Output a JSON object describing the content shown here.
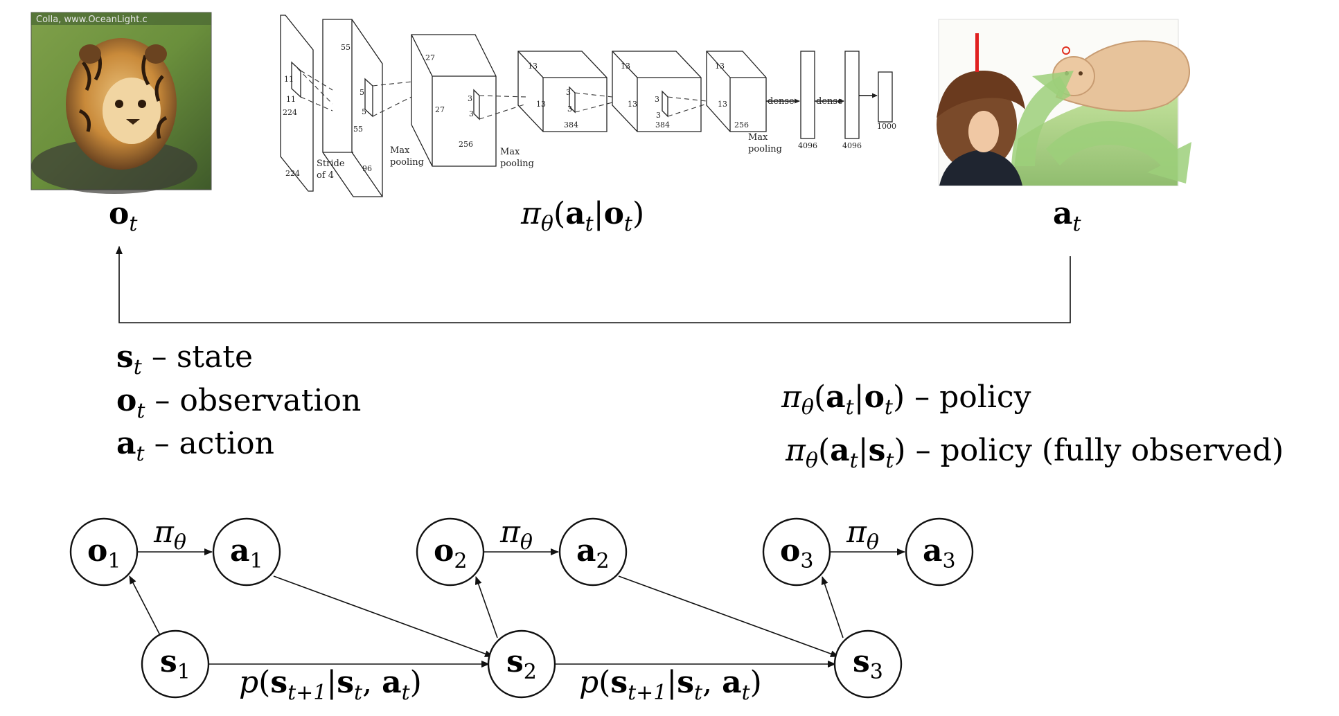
{
  "images": {
    "observation_alt": "tiger cub photo",
    "observation_watermark": "Colla, www.OceanLight.c",
    "action_alt": "person fleeing a lion illustration",
    "cnn_alt": "convolutional neural network architecture"
  },
  "top_labels": {
    "obs_sym": "o",
    "obs_sub": "t",
    "policy_pi": "π",
    "policy_theta": "θ",
    "policy_open": "(",
    "policy_a": "a",
    "policy_a_sub": "t",
    "policy_bar": "|",
    "policy_o": "o",
    "policy_o_sub": "t",
    "policy_close": ")",
    "act_sym": "a",
    "act_sub": "t"
  },
  "cnn": {
    "layers": [
      {
        "dim1": "224",
        "dim2": "224",
        "kernel1": "11",
        "kernel2": "11"
      },
      {
        "dim1": "55",
        "dim2": "55",
        "kernel1": "5",
        "kernel2": "5",
        "depth": "96",
        "note1": "Stride",
        "note2": "of 4"
      },
      {
        "dim1": "27",
        "dim2": "27",
        "kernel1": "3",
        "kernel2": "3",
        "depth": "256",
        "note1": "Max",
        "note2": "pooling"
      },
      {
        "dim1": "13",
        "dim2": "13",
        "kernel1": "3",
        "kernel2": "3",
        "depth": "384",
        "note1": "Max",
        "note2": "pooling"
      },
      {
        "dim1": "13",
        "dim2": "13",
        "kernel1": "3",
        "kernel2": "3",
        "depth": "384"
      },
      {
        "dim1": "13",
        "dim2": "13",
        "depth": "256",
        "note1": "Max",
        "note2": "pooling"
      }
    ],
    "dense": [
      {
        "label": "dense",
        "size": "4096"
      },
      {
        "label": "dense",
        "size": "4096"
      },
      {
        "size": "1000"
      }
    ]
  },
  "definitions": [
    {
      "sym": "s",
      "sub": "t",
      "text": " – state"
    },
    {
      "sym": "o",
      "sub": "t",
      "text": " – observation"
    },
    {
      "sym": "a",
      "sub": "t",
      "text": " – action"
    }
  ],
  "policy_defs": [
    {
      "pi": "π",
      "theta": "θ",
      "open": "(",
      "a": "a",
      "a_sub": "t",
      "bar": "|",
      "cond": "o",
      "cond_sub": "t",
      "close": ")",
      "text": " – policy"
    },
    {
      "pi": "π",
      "theta": "θ",
      "open": "(",
      "a": "a",
      "a_sub": "t",
      "bar": "|",
      "cond": "s",
      "cond_sub": "t",
      "close": ")",
      "text": " – policy (fully observed)"
    }
  ],
  "graph": {
    "nodes": [
      {
        "id": "o1",
        "sym": "o",
        "sub": "1"
      },
      {
        "id": "a1",
        "sym": "a",
        "sub": "1"
      },
      {
        "id": "s1",
        "sym": "s",
        "sub": "1"
      },
      {
        "id": "o2",
        "sym": "o",
        "sub": "2"
      },
      {
        "id": "a2",
        "sym": "a",
        "sub": "2"
      },
      {
        "id": "s2",
        "sym": "s",
        "sub": "2"
      },
      {
        "id": "o3",
        "sym": "o",
        "sub": "3"
      },
      {
        "id": "a3",
        "sym": "a",
        "sub": "3"
      },
      {
        "id": "s3",
        "sym": "s",
        "sub": "3"
      }
    ],
    "policy_label": {
      "pi": "π",
      "theta": "θ"
    },
    "transition_label": {
      "p": "p",
      "open": "(",
      "s1": "s",
      "s1_sub": "t+1",
      "bar": "|",
      "s2": "s",
      "s2_sub": "t",
      "comma": ", ",
      "a": "a",
      "a_sub": "t",
      "close": ")"
    }
  },
  "colors": {
    "background": "#ffffff",
    "ink": "#111111",
    "arrow_green": "#9ccf7a",
    "grass": "#8fbf5a"
  }
}
